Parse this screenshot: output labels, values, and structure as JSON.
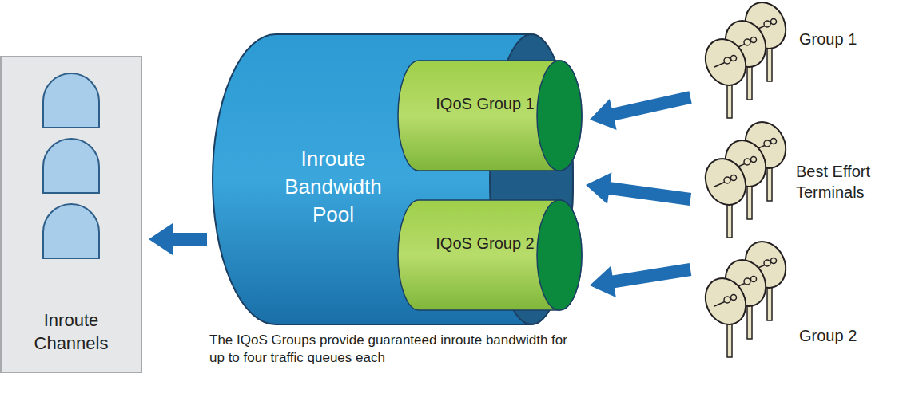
{
  "diagram": {
    "caption": "The IQoS Groups provide guaranteed inroute bandwidth for up to four traffic queues each",
    "nodes": [
      {
        "text": [
          "Inroute Channels"
        ]
      },
      {
        "text": [
          "Inroute Bandwidth Pool"
        ]
      },
      {
        "text": [
          "IQoS Group 1"
        ],
        "in": 1
      },
      {
        "text": [
          "IQoS Group 2"
        ],
        "in": 1
      },
      {
        "text": [
          "Group 1"
        ]
      },
      {
        "text": [
          "Best Effort Terminals"
        ]
      },
      {
        "text": [
          "Group 2"
        ]
      }
    ],
    "edges": [
      {
        "from": 4,
        "to": 2,
        "arrow": "to"
      },
      {
        "from": 5,
        "to": 1,
        "arrow": "to"
      },
      {
        "from": 6,
        "to": 3,
        "arrow": "to"
      },
      {
        "from": 1,
        "to": 0,
        "arrow": "to"
      }
    ]
  }
}
